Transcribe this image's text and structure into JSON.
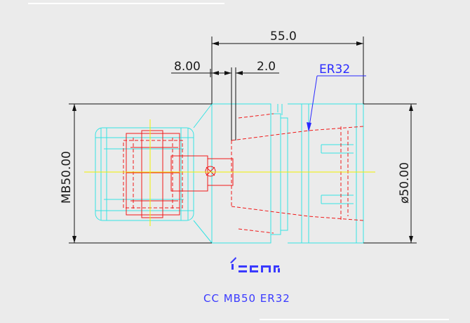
{
  "dimensions": {
    "overall_length": "55.0",
    "left_offset": "8.00",
    "gap": "2.0",
    "collet": "ER32",
    "shank_diameter": "MB50.00",
    "body_diameter": "ø50.00"
  },
  "brand": {
    "logo": "iscar"
  },
  "part_number": "CC MB50 ER32",
  "colors": {
    "background": "#ebebeb",
    "outline": "#36e3e3",
    "hidden": "#f01818",
    "dimension": "#111111",
    "annotation": "#2a2aff",
    "centerline": "#f2f200"
  }
}
